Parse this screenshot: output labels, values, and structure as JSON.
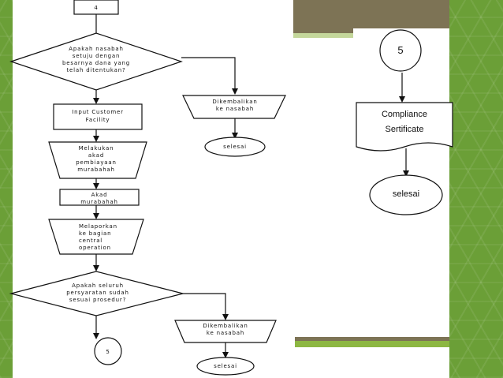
{
  "flowchart_left": {
    "connector_top": "4",
    "decision_1": [
      "Apakah nasabah",
      "setuju dengan",
      "besarnya dana yang",
      "telah ditentukan?"
    ],
    "input_facility": [
      "Input Customer",
      "Facility"
    ],
    "melakukan_akad": [
      "Melakukan",
      "akad",
      "pembiayaan",
      "murabahah"
    ],
    "akad_murabahah": [
      "Akad",
      "murabahah"
    ],
    "melaporkan": [
      "Melaporkan",
      "ke bagian",
      "central",
      "operation"
    ],
    "decision_2": [
      "Apakah seluruh",
      "persyaratan sudah",
      "sesuai prosedur?"
    ],
    "connector_bottom": "5",
    "returned_1": [
      "Dikembalikan",
      "ke nasabah"
    ],
    "end_1": "selesai",
    "returned_2": [
      "Dikembalikan",
      "ke nasabah"
    ],
    "end_2": "selesai"
  },
  "flowchart_right": {
    "connector": "5",
    "document": [
      "Compliance",
      "Sertificate"
    ],
    "end": "selesai"
  },
  "theme": {
    "background": "#6b9f37",
    "accent_olive": "#7d7355",
    "accent_green": "#8db742"
  }
}
